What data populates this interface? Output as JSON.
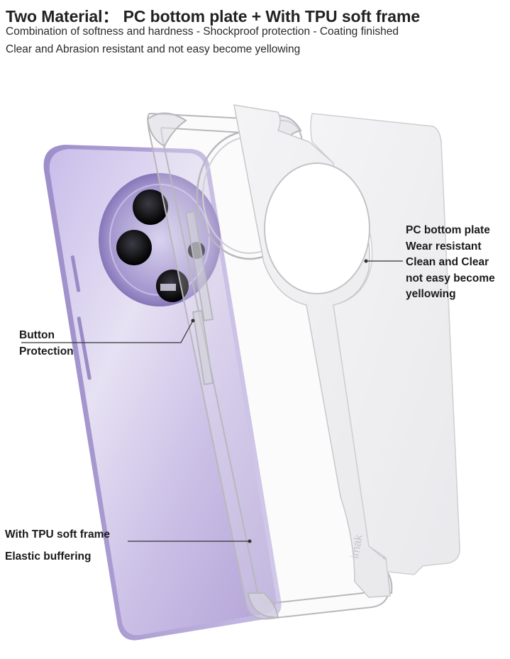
{
  "header": {
    "title": "Two Material： PC bottom plate + With TPU soft frame",
    "line1": "Combination of softness and hardness - Shockproof protection - Coating finished",
    "line2": "Clear and Abrasion resistant and not easy become yellowing"
  },
  "callouts": {
    "button_protection": [
      "Button",
      "Protection"
    ],
    "tpu_frame": [
      "With TPU soft frame",
      "Elastic buffering"
    ],
    "pc_plate": [
      "PC bottom plate",
      "Wear resistant",
      "Clean and Clear",
      "not easy become",
      "yellowing"
    ]
  },
  "product": {
    "case_logo": "imak",
    "phone_color": "#b9a9dc"
  }
}
